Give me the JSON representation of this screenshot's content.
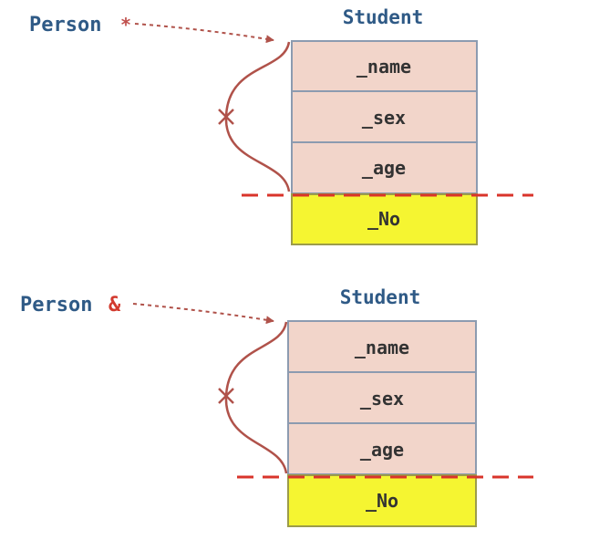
{
  "diagrams": [
    {
      "pointer_label": "Person",
      "pointer_suffix": "*",
      "struct_title": "Student",
      "base_fields": [
        "_name",
        "_sex",
        "_age"
      ],
      "derived_fields": [
        "_No"
      ]
    },
    {
      "pointer_label": "Person",
      "pointer_suffix": "&",
      "struct_title": "Student",
      "base_fields": [
        "_name",
        "_sex",
        "_age"
      ],
      "derived_fields": [
        "_No"
      ]
    }
  ],
  "colors": {
    "label_text": "#2f5a86",
    "suffix_star": "#c0504d",
    "suffix_amp": "#d23a2e",
    "arrow": "#b0524a",
    "base_fill": "#f2d5ca",
    "base_stroke": "#8c9bb0",
    "derived_fill": "#f5f531",
    "derived_stroke": "#9c9c4a",
    "cut_line": "#d9342b",
    "brace": "#b0524a"
  }
}
